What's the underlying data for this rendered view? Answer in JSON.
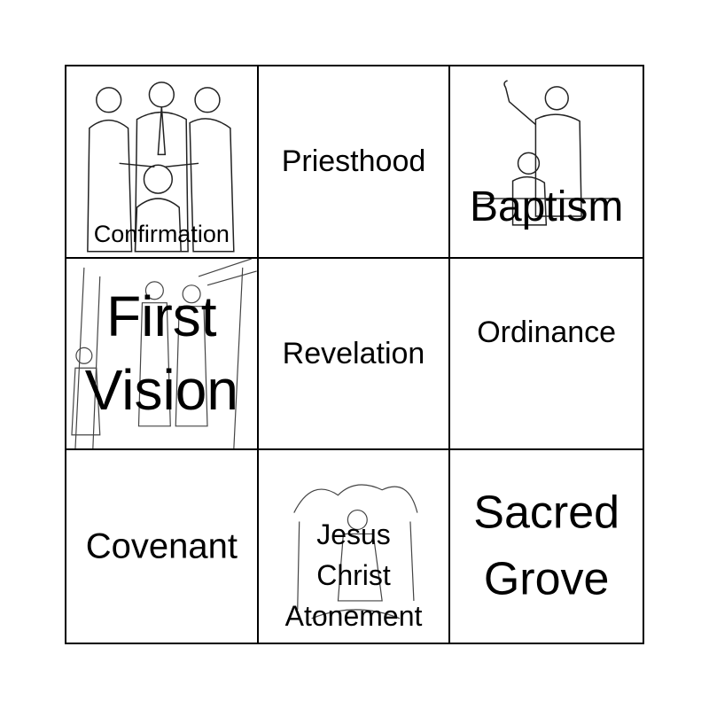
{
  "cells": [
    {
      "label": "Confirmation",
      "image": "confirmation-illustration"
    },
    {
      "label": "Priesthood"
    },
    {
      "label": "Baptism",
      "image": "baptism-illustration"
    },
    {
      "label_lines": [
        "First",
        "Vision"
      ],
      "image": "first-vision-illustration"
    },
    {
      "label": "Revelation"
    },
    {
      "label": "Ordinance"
    },
    {
      "label": "Covenant"
    },
    {
      "label_lines": [
        "Jesus",
        "Christ",
        "Atonement"
      ],
      "image": "atonement-illustration"
    },
    {
      "label_lines": [
        "Sacred",
        "Grove"
      ]
    }
  ]
}
